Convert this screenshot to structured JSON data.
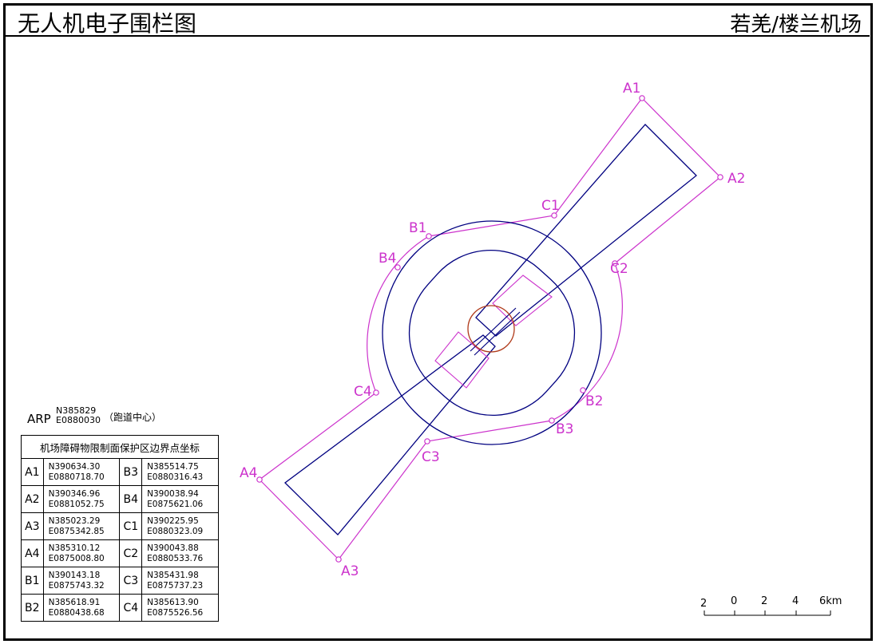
{
  "header": {
    "title": "无人机电子围栏图",
    "airport": "若羌/楼兰机场"
  },
  "arp": {
    "label": "ARP",
    "north": "N385829",
    "east": "E0880030",
    "note": "（跑道中心）"
  },
  "table": {
    "title": "机场障碍物限制面保护区边界点坐标",
    "rows": [
      {
        "left": {
          "id": "A1",
          "n": "N390634.30",
          "e": "E0880718.70"
        },
        "right": {
          "id": "B3",
          "n": "N385514.75",
          "e": "E0880316.43"
        }
      },
      {
        "left": {
          "id": "A2",
          "n": "N390346.96",
          "e": "E0881052.75"
        },
        "right": {
          "id": "B4",
          "n": "N390038.94",
          "e": "E0875621.06"
        }
      },
      {
        "left": {
          "id": "A3",
          "n": "N385023.29",
          "e": "E0875342.85"
        },
        "right": {
          "id": "C1",
          "n": "N390225.95",
          "e": "E0880323.09"
        }
      },
      {
        "left": {
          "id": "A4",
          "n": "N385310.12",
          "e": "E0875008.80"
        },
        "right": {
          "id": "C2",
          "n": "N390043.88",
          "e": "E0880533.76"
        }
      },
      {
        "left": {
          "id": "B1",
          "n": "N390143.18",
          "e": "E0875743.32"
        },
        "right": {
          "id": "C3",
          "n": "N385431.98",
          "e": "E0875737.23"
        }
      },
      {
        "left": {
          "id": "B2",
          "n": "N385618.91",
          "e": "E0880438.68"
        },
        "right": {
          "id": "C4",
          "n": "N385613.90",
          "e": "E0875526.56"
        }
      }
    ]
  },
  "map_labels": {
    "A1": "A1",
    "A2": "A2",
    "A3": "A3",
    "A4": "A4",
    "B1": "B1",
    "B2": "B2",
    "B3": "B3",
    "B4": "B4",
    "C1": "C1",
    "C2": "C2",
    "C3": "C3",
    "C4": "C4"
  },
  "scale": {
    "ticks": [
      "2",
      "0",
      "2",
      "4",
      "6km"
    ]
  },
  "colors": {
    "boundary": "#cc33cc",
    "surface": "#000080",
    "arp_circle": "#b03a1a",
    "text": "#000000"
  }
}
